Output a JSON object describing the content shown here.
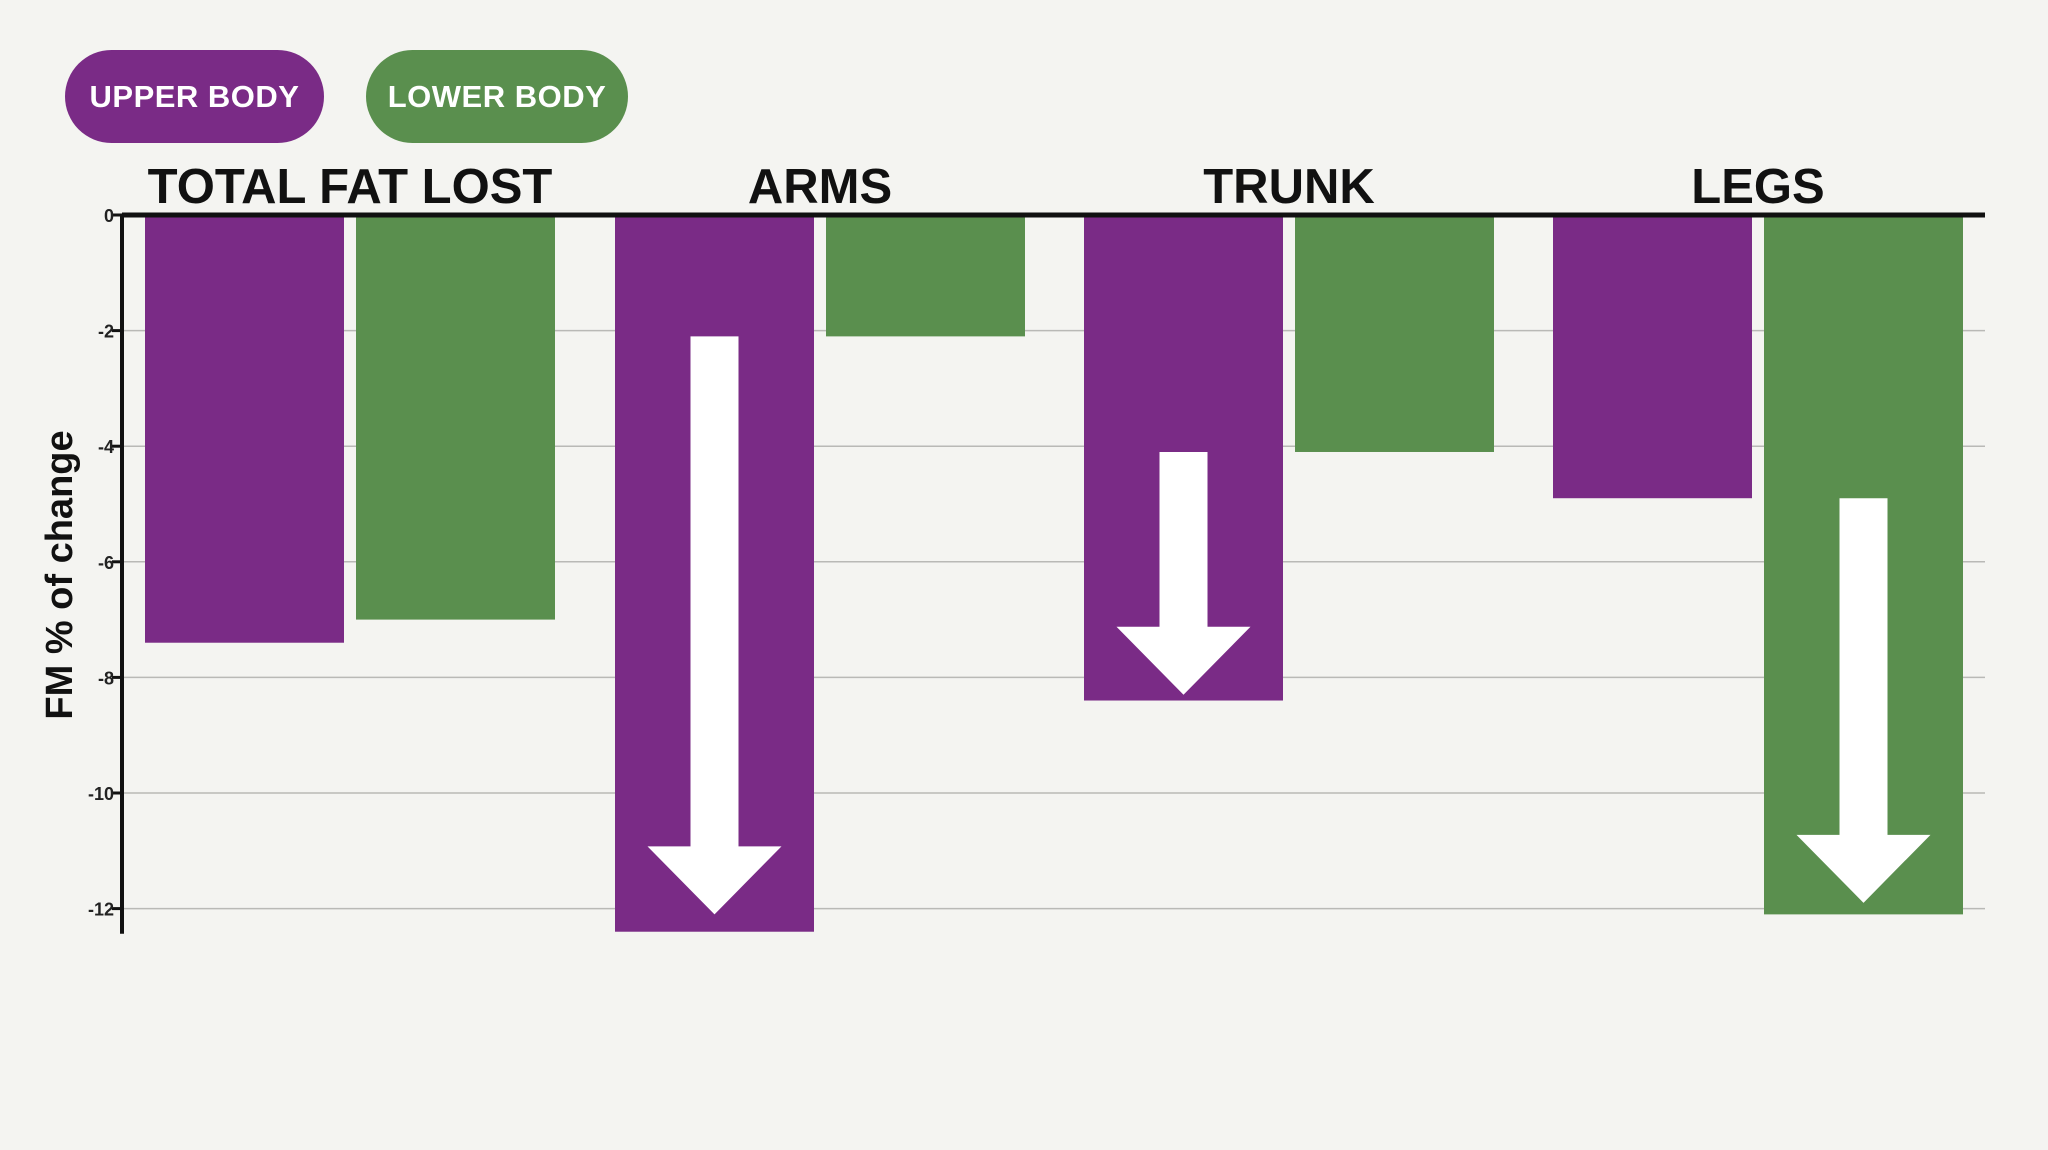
{
  "legend": {
    "upper_label": "UPPER BODY",
    "lower_label": "LOWER BODY"
  },
  "colors": {
    "upper": "#7a2b86",
    "lower": "#5a8f4e",
    "background": "#f4f4f1",
    "arrow": "#ffffff"
  },
  "chart_data": {
    "type": "bar",
    "categories": [
      "TOTAL FAT LOST",
      "ARMS",
      "TRUNK",
      "LEGS"
    ],
    "series": [
      {
        "name": "UPPER BODY",
        "values": [
          -7.4,
          -12.4,
          -8.4,
          -4.9
        ]
      },
      {
        "name": "LOWER BODY",
        "values": [
          -7.0,
          -2.1,
          -4.1,
          -12.1
        ]
      }
    ],
    "ylabel": "FM % of change",
    "ylim": [
      -12.4,
      0
    ],
    "yticks": [
      0,
      -2,
      -4,
      -6,
      -8,
      -10,
      -12
    ],
    "ytick_labels": [
      "0",
      "-2",
      "-4",
      "-6",
      "-8",
      "-10",
      "-12"
    ],
    "grid": true,
    "legend_position": "top-left",
    "arrows": [
      {
        "category": "ARMS",
        "series": "UPPER BODY",
        "from": -2.1,
        "to": -12.1
      },
      {
        "category": "TRUNK",
        "series": "UPPER BODY",
        "from": -4.1,
        "to": -8.3
      },
      {
        "category": "LEGS",
        "series": "LOWER BODY",
        "from": -4.9,
        "to": -11.9
      }
    ]
  }
}
